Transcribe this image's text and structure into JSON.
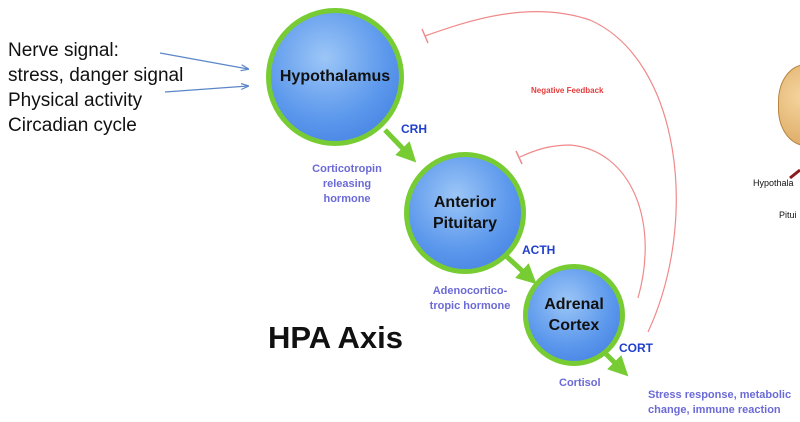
{
  "inputs": [
    "Nerve signal:",
    "stress, danger signal",
    "Physical activity",
    "Circadian cycle"
  ],
  "glands": {
    "hypothalamus": "Hypothalamus",
    "anterior_pituitary": [
      "Anterior",
      "Pituitary"
    ],
    "adrenal_cortex": [
      "Adrenal",
      "Cortex"
    ]
  },
  "hormones": {
    "crh": {
      "abbr": "CRH",
      "full": [
        "Corticotropin",
        "releasing",
        "hormone"
      ]
    },
    "acth": {
      "abbr": "ACTH",
      "full": [
        "Adenocortico-",
        "tropic hormone"
      ]
    },
    "cort": {
      "abbr": "CORT",
      "full": [
        "Cortisol"
      ]
    }
  },
  "feedback_label": "Negative Feedback",
  "title": "HPA Axis",
  "output": [
    "Stress response, metabolic",
    "change, immune reaction"
  ],
  "side_labels": {
    "hypothalamus_cut": "Hypothala",
    "pituitary_cut": "Pitui"
  },
  "colors": {
    "arrow_green": "#77cc33",
    "feedback_red": "#f08a8a",
    "input_arrow": "#5b86c8",
    "label_blue": "#1f3fcc",
    "desc_purple": "#6b6ad6"
  }
}
